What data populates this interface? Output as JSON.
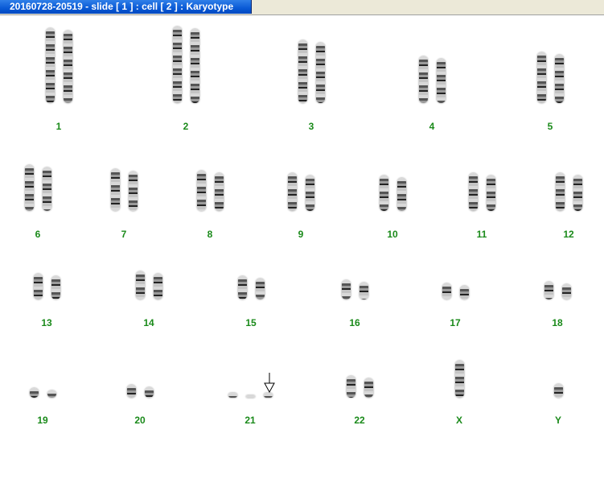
{
  "window": {
    "title": "20160728-20519 - slide [ 1 ] : cell [ 2 ] : Karyotype"
  },
  "karyotype": {
    "label_color": "#1a8a1a",
    "groups": [
      {
        "label": "1",
        "count": 2
      },
      {
        "label": "2",
        "count": 2
      },
      {
        "label": "3",
        "count": 2
      },
      {
        "label": "4",
        "count": 2
      },
      {
        "label": "5",
        "count": 2
      },
      {
        "label": "6",
        "count": 2
      },
      {
        "label": "7",
        "count": 2
      },
      {
        "label": "8",
        "count": 2
      },
      {
        "label": "9",
        "count": 2
      },
      {
        "label": "10",
        "count": 2
      },
      {
        "label": "11",
        "count": 2
      },
      {
        "label": "12",
        "count": 2
      },
      {
        "label": "13",
        "count": 2
      },
      {
        "label": "14",
        "count": 2
      },
      {
        "label": "15",
        "count": 2
      },
      {
        "label": "16",
        "count": 2
      },
      {
        "label": "17",
        "count": 2
      },
      {
        "label": "18",
        "count": 2
      },
      {
        "label": "19",
        "count": 2
      },
      {
        "label": "20",
        "count": 2
      },
      {
        "label": "21",
        "count": 3,
        "marked": true
      },
      {
        "label": "22",
        "count": 2
      },
      {
        "label": "X",
        "count": 1
      },
      {
        "label": "Y",
        "count": 1
      }
    ]
  }
}
